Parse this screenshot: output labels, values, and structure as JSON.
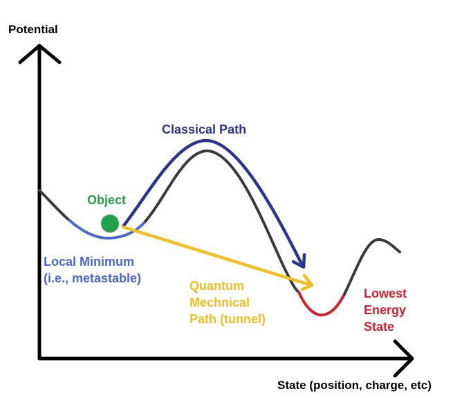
{
  "axes": {
    "y_label": "Potential",
    "x_label": "State (position, charge, etc)"
  },
  "labels": {
    "classical": "Classical Path",
    "object": "Object",
    "local_min": [
      "Local Minimum",
      "(i.e., metastable)"
    ],
    "quantum": [
      "Quantum",
      "Mechnical",
      "Path (tunnel)"
    ],
    "lowest": [
      "Lowest",
      "Energy",
      "State"
    ]
  },
  "colors": {
    "curve": "#3a3a3a",
    "local_min": "#4a66cf",
    "classical": "#2b3590",
    "quantum": "#f2bf23",
    "lowest": "#d42030",
    "object": "#22a04a",
    "axis": "#000000"
  }
}
